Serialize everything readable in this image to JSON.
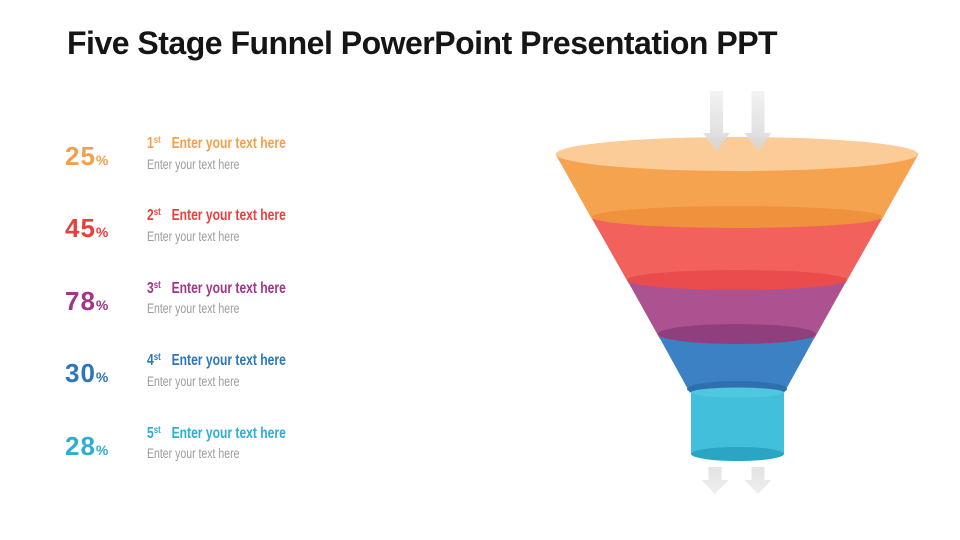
{
  "title": "Five Stage Funnel PowerPoint Presentation PPT",
  "title_color": "#151515",
  "muted_text_color": "#9B9B9B",
  "stages": [
    {
      "percent": "25",
      "percent_sign": "%",
      "ordinal_number": "1",
      "ordinal_suffix": "st",
      "heading": "Enter your text here",
      "subtitle": "Enter your text here",
      "color": "#F4A04B"
    },
    {
      "percent": "45",
      "percent_sign": "%",
      "ordinal_number": "2",
      "ordinal_suffix": "st",
      "heading": "Enter your text here",
      "subtitle": "Enter your text here",
      "color": "#E8403C"
    },
    {
      "percent": "78",
      "percent_sign": "%",
      "ordinal_number": "3",
      "ordinal_suffix": "st",
      "heading": "Enter your text here",
      "subtitle": "Enter your text here",
      "color": "#A13589"
    },
    {
      "percent": "30",
      "percent_sign": "%",
      "ordinal_number": "4",
      "ordinal_suffix": "st",
      "heading": "Enter your text here",
      "subtitle": "Enter your text here",
      "color": "#2C76BD"
    },
    {
      "percent": "28",
      "percent_sign": "%",
      "ordinal_number": "5",
      "ordinal_suffix": "st",
      "heading": "Enter your text here",
      "subtitle": "Enter your text here",
      "color": "#2CAED3"
    }
  ],
  "funnel": {
    "rim_fill": "#FBCC98",
    "segments": [
      {
        "band": "#F6A350",
        "lip": "#F0913D"
      },
      {
        "band": "#F2615B",
        "lip": "#EA4B4C"
      },
      {
        "band": "#AD5290",
        "lip": "#8F3F7D"
      },
      {
        "band": "#3C81C3",
        "lip": "#2F6FAF"
      }
    ],
    "spout": {
      "body": "#41BFDB",
      "top": "#4FC7DF",
      "bottom": "#2AA5C3"
    },
    "top_arrows": {
      "count": 2,
      "direction": "down",
      "color_from": "#F2F2F2",
      "color_to": "#D6D6D6"
    },
    "bottom_arrows": {
      "count": 2,
      "direction": "down",
      "color_from": "#E3E3E3",
      "color_to": "#EFEFEF"
    }
  }
}
